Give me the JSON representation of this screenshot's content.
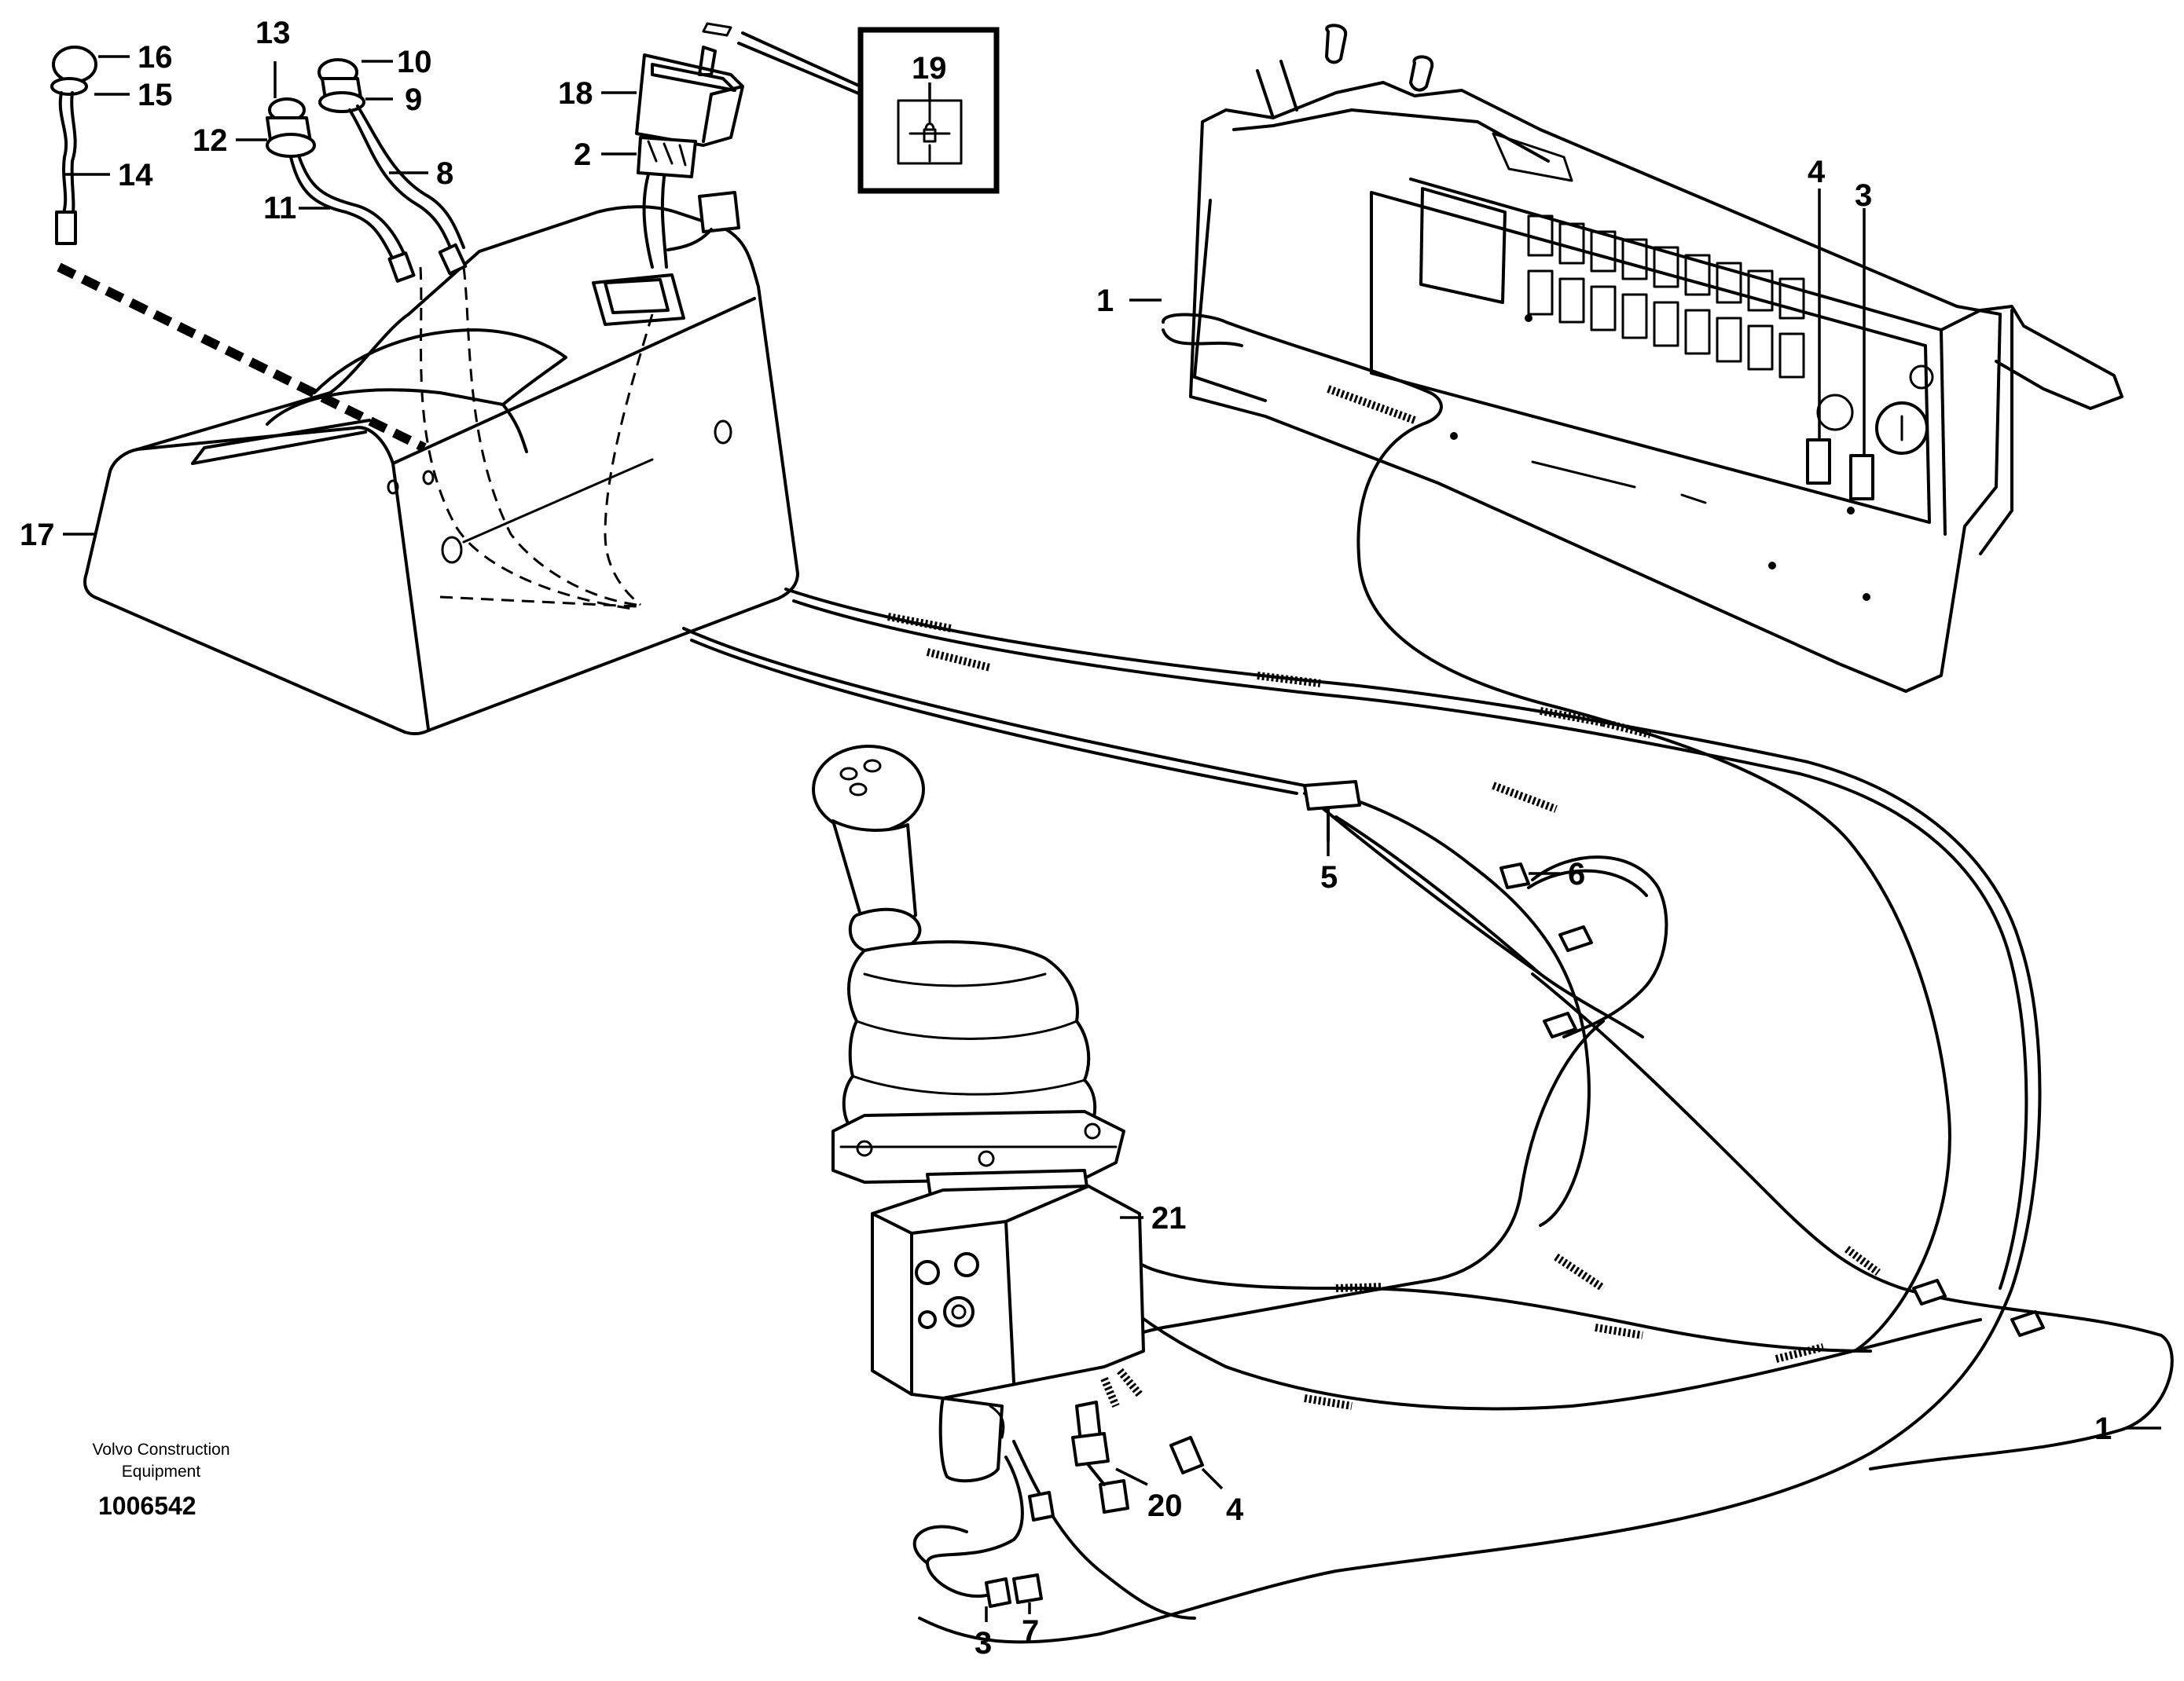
{
  "callouts": {
    "c1_top": "1",
    "c1_bottom": "1",
    "c2": "2",
    "c3_top": "3",
    "c3_bottom": "3",
    "c4_top": "4",
    "c4_bottom": "4",
    "c5": "5",
    "c6": "6",
    "c7": "7",
    "c8": "8",
    "c9": "9",
    "c10": "10",
    "c11": "11",
    "c12": "12",
    "c13": "13",
    "c14": "14",
    "c15": "15",
    "c16": "16",
    "c17": "17",
    "c18": "18",
    "c19": "19",
    "c20": "20",
    "c21": "21"
  },
  "credit": {
    "line1": "Volvo Construction",
    "line2": "Equipment",
    "reference": "1006542"
  },
  "icons": {
    "switch_symbol": "locked-joystick-directional-symbol"
  }
}
